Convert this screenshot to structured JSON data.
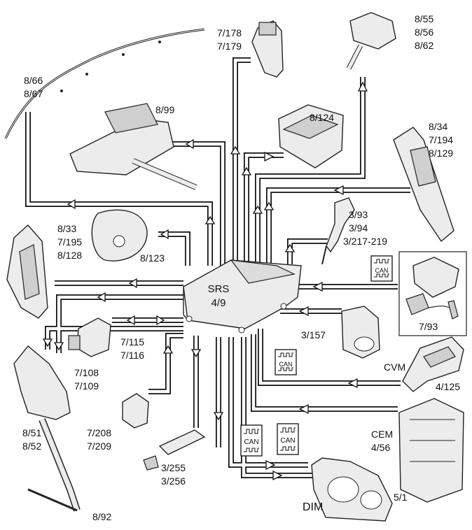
{
  "center": {
    "name": "SRS",
    "code": "4/9"
  },
  "can_label": "CAN",
  "labels": {
    "airbag_curtain": [
      "8/66",
      "8/67"
    ],
    "seat_sensor_top": [
      "7/178",
      "7/179"
    ],
    "belt_pretensioner_top": [
      "8/55",
      "8/56",
      "8/62"
    ],
    "steering_column": "8/99",
    "passenger_airbag": "8/124",
    "side_airbag_right": [
      "8/34",
      "7/194",
      "8/129"
    ],
    "side_airbag_left": [
      "8/33",
      "7/195",
      "8/128"
    ],
    "steering_wheel_airbag": "8/123",
    "belt_buckle": [
      "3/93",
      "3/94",
      "3/217-219"
    ],
    "occupant_sensor": "7/93",
    "crash_sensor_left": [
      "7/115",
      "7/116"
    ],
    "front_sensor": [
      "7/108",
      "7/109"
    ],
    "ignition_switch": "3/157",
    "cvm": {
      "name": "CVM",
      "code": "4/125"
    },
    "side_sensor": [
      "7/208",
      "7/209"
    ],
    "seat_side_airbag": [
      "8/51",
      "8/52"
    ],
    "cem": {
      "name": "CEM",
      "code": "4/56"
    },
    "switch_panel": [
      "3/255",
      "3/256"
    ],
    "belt_pretensioner_bottom": "8/92",
    "dim": {
      "name": "DIM",
      "code": "5/1"
    }
  }
}
